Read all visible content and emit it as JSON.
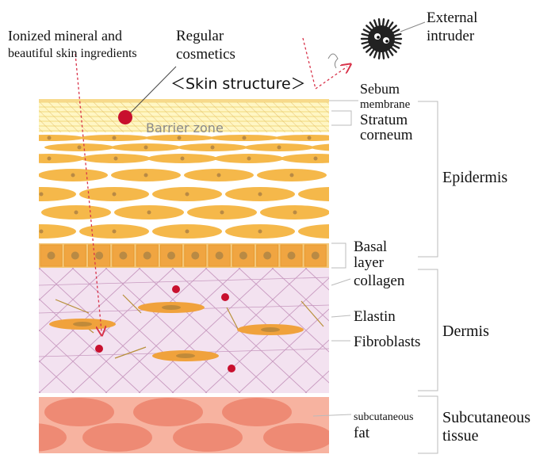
{
  "title": "＜Skin structure＞",
  "annotations": {
    "ionized_line1": "Ionized mineral and",
    "ionized_line2": "beautiful skin ingredients",
    "regular_line1": "Regular",
    "regular_line2": "cosmetics",
    "external_line1": "External",
    "external_line2": "intruder",
    "barrier_zone": "Barrier zone"
  },
  "layer_labels": {
    "sebum_line1": "Sebum",
    "sebum_line2": "membrane",
    "stratum_line1": "Stratum",
    "stratum_line2": "corneum",
    "basal_line1": "Basal",
    "basal_line2": "layer",
    "collagen": "collagen",
    "elastin": "Elastin",
    "fibroblasts": "Fibroblasts",
    "subcut_fat_line1": "subcutaneous",
    "subcut_fat_line2": "fat"
  },
  "region_labels": {
    "epidermis": "Epidermis",
    "dermis": "Dermis",
    "subcut_line1": "Subcutaneous",
    "subcut_line2": "tissue"
  },
  "colors": {
    "sebum": "#f7d98a",
    "stratum": "#fff6c4",
    "cell": "#f5b84a",
    "nucleus": "#b98a44",
    "basal_cell": "#f0a541",
    "dermis": "#f3e2f0",
    "fiber": "#c89ac0",
    "fibroblast": "#f0a23c",
    "dot": "#c8102e",
    "subcut_bg": "#f7b3a0",
    "fat_cell": "#ee8a74",
    "arrow": "#d8334a",
    "bracket": "#bbbbbb",
    "intruder": "#222222"
  },
  "icons": {
    "intruder": "spiky-germ-icon"
  }
}
